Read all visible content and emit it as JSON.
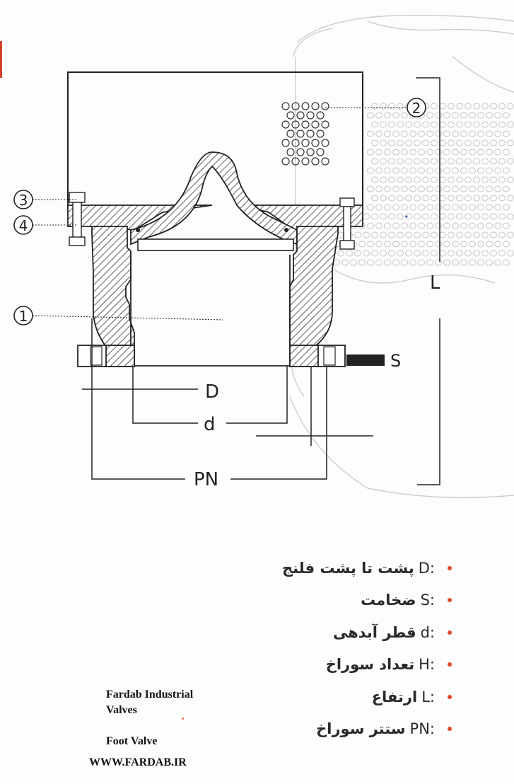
{
  "callouts": {
    "part1": "1",
    "part2": "2",
    "part3": "3",
    "part4": "4"
  },
  "dimensions": {
    "D": "D",
    "d": "d",
    "PN": "PN",
    "S": "S",
    "L": "L"
  },
  "legend": [
    {
      "code": "D:",
      "text": "پشت تا پشت فلنج"
    },
    {
      "code": "S:",
      "text": "ضخامت"
    },
    {
      "code": "d:",
      "text": "قطر آبدهی"
    },
    {
      "code": "H:",
      "text": "تعداد سوراخ"
    },
    {
      "code": "L:",
      "text": "ارتفاع"
    },
    {
      "code": "PN:",
      "text": "ستتر سوراخ"
    }
  ],
  "brand": {
    "company_line1": "Fardab Industrial",
    "company_line2": "Valves",
    "product": "Foot Valve",
    "website": "WWW.FARDAB.IR"
  },
  "colors": {
    "accent_bullet": "#e04a2a",
    "line": "#222222",
    "ghost": "#c8c8c8"
  }
}
